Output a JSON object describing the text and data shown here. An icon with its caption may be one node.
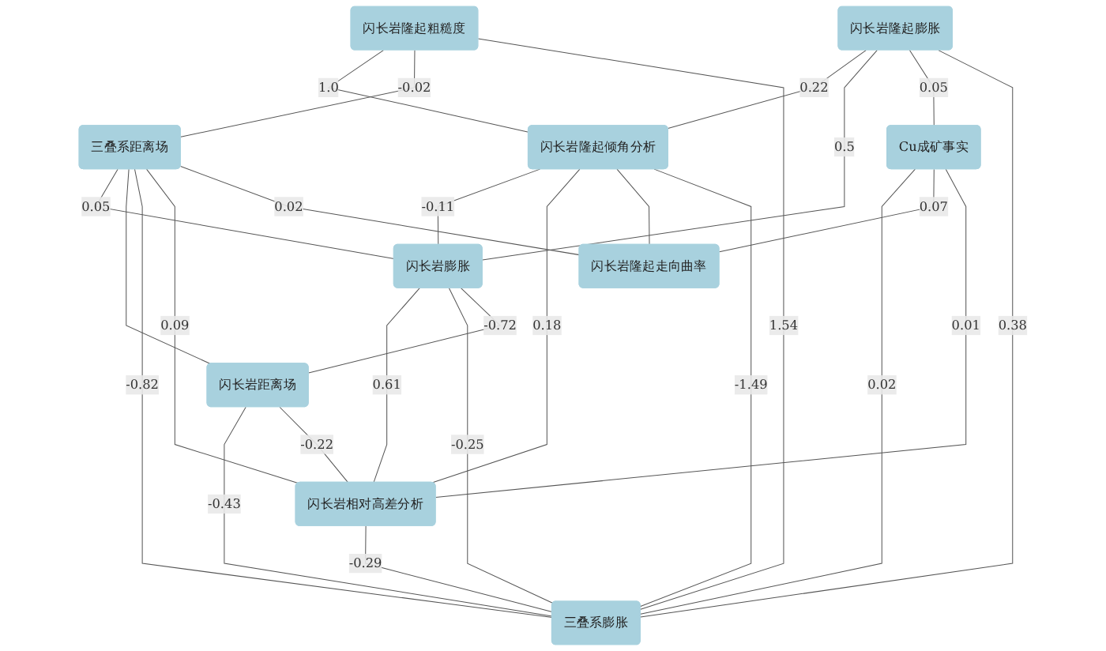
{
  "diagram": {
    "nodes": [
      {
        "text": [
          "闪长岩隆起膨胀"
        ]
      },
      {
        "text": [
          "闪长岩隆起倾角分析"
        ]
      },
      {
        "text": [
          "闪长岩隆起粗糙度"
        ]
      },
      {
        "text": [
          "闪长岩膨胀"
        ]
      },
      {
        "text": [
          "三叠系距离场"
        ]
      },
      {
        "text": [
          "闪长岩距离场"
        ]
      },
      {
        "text": [
          "Cu成矿事实"
        ]
      },
      {
        "text": [
          "三叠系膨胀"
        ]
      },
      {
        "text": [
          "闪长岩隆起走向曲率"
        ]
      },
      {
        "text": [
          "闪长岩相对高差分析"
        ]
      }
    ],
    "edges": [
      {
        "from": 0,
        "to": 1,
        "arrow": "none",
        "label": "0.22"
      },
      {
        "from": 2,
        "to": 1,
        "arrow": "none",
        "label": "1.0"
      },
      {
        "from": 0,
        "to": 3,
        "arrow": "none",
        "label": "0.5"
      },
      {
        "from": 1,
        "to": 3,
        "arrow": "none",
        "label": "-0.11"
      },
      {
        "from": 0,
        "to": 6,
        "arrow": "none",
        "label": "0.05"
      },
      {
        "from": 0,
        "to": 7,
        "arrow": "none",
        "label": "0.38"
      },
      {
        "from": 2,
        "to": 4,
        "arrow": "none",
        "label": "-0.02"
      },
      {
        "from": 2,
        "to": 7,
        "arrow": "none",
        "label": "1.54"
      },
      {
        "from": 4,
        "to": 3,
        "arrow": "none",
        "label": "0.05"
      },
      {
        "from": 4,
        "to": 5,
        "arrow": "none"
      },
      {
        "from": 1,
        "to": 9,
        "arrow": "none",
        "label": "0.18"
      },
      {
        "from": 1,
        "to": 8,
        "arrow": "none"
      },
      {
        "from": 1,
        "to": 7,
        "arrow": "none",
        "label": "-1.49"
      },
      {
        "from": 3,
        "to": 9,
        "arrow": "none",
        "label": "0.61"
      },
      {
        "from": 3,
        "to": 7,
        "arrow": "none",
        "label": "-0.25"
      },
      {
        "from": 3,
        "to": 5,
        "arrow": "none",
        "label": "-0.72"
      },
      {
        "from": 5,
        "to": 7,
        "arrow": "none",
        "label": "-0.43"
      },
      {
        "from": 5,
        "to": 9,
        "arrow": "none",
        "label": "-0.22"
      },
      {
        "from": 4,
        "to": 7,
        "arrow": "none",
        "label": "-0.82"
      },
      {
        "from": 4,
        "to": 9,
        "arrow": "none",
        "label": "0.09"
      },
      {
        "from": 4,
        "to": 8,
        "arrow": "none",
        "label": "0.02"
      },
      {
        "from": 6,
        "to": 7,
        "arrow": "none",
        "label": "0.02"
      },
      {
        "from": 6,
        "to": 8,
        "arrow": "none",
        "label": "0.07"
      },
      {
        "from": 6,
        "to": 9,
        "arrow": "none",
        "label": "0.01"
      },
      {
        "from": 9,
        "to": 7,
        "arrow": "none",
        "label": "-0.29"
      }
    ]
  }
}
